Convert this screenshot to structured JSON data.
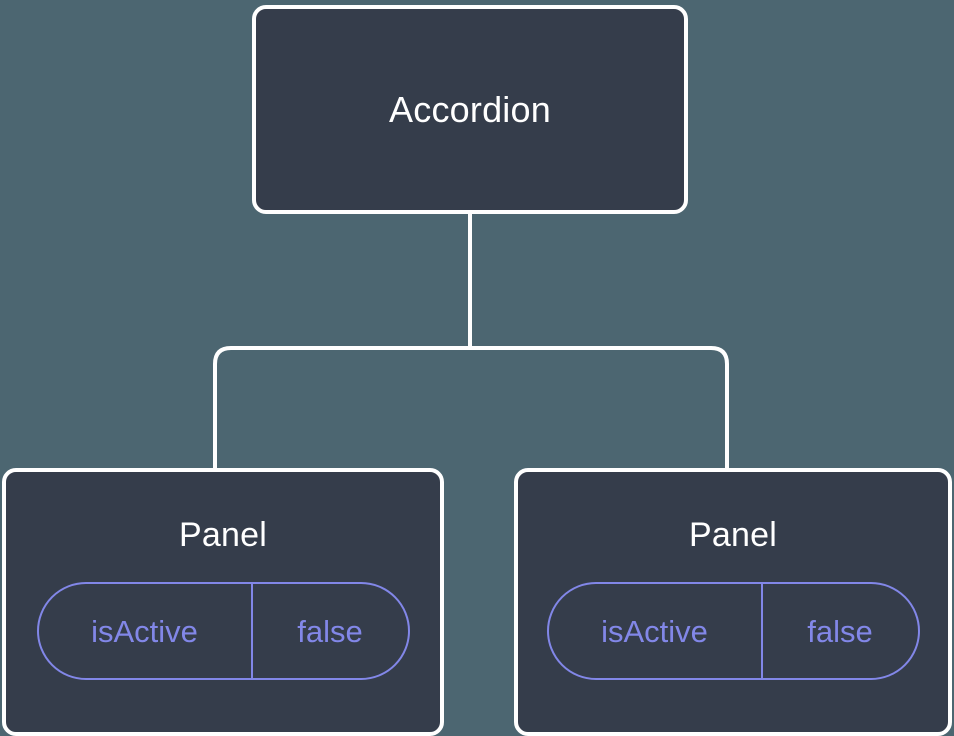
{
  "diagram": {
    "type": "component-tree",
    "background_color": "#4c6671",
    "node_fill_color": "#353d4b",
    "node_border_color": "#ffffff",
    "edge_color": "#ffffff",
    "accent_color": "#8287e8",
    "root": {
      "label": "Accordion"
    },
    "children": [
      {
        "label": "Panel",
        "props": [
          {
            "key": "isActive",
            "value": "false"
          }
        ]
      },
      {
        "label": "Panel",
        "props": [
          {
            "key": "isActive",
            "value": "false"
          }
        ]
      }
    ]
  }
}
